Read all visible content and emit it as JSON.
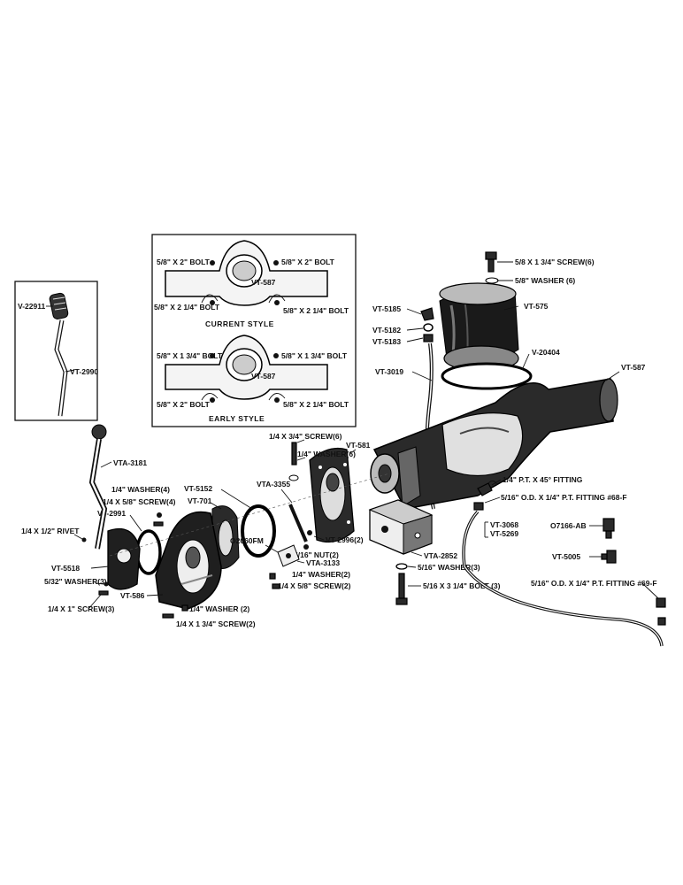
{
  "inset_current": {
    "bolt_tl": "5/8\" X 2\" BOLT",
    "bolt_tr": "5/8\" X 2\" BOLT",
    "part": "VT-587",
    "bolt_bl": "5/8\" X 2 1/4\" BOLT",
    "bolt_br": "5/8\" X 2 1/4\" BOLT",
    "caption": "CURRENT STYLE"
  },
  "inset_early": {
    "bolt_tl": "5/8\" X 1 3/4\" BOLT",
    "bolt_tr": "5/8\" X 1 3/4\" BOLT",
    "part": "VT-587",
    "bolt_bl": "5/8\" X 2\" BOLT",
    "bolt_br": "5/8\" X 2 1/4\" BOLT",
    "caption": "EARLY STYLE"
  },
  "inset_lever": {
    "grip": "V-22911",
    "lever": "VT-2990"
  },
  "labels": {
    "screw_top": "5/8 X 1 3/4\" SCREW(6)",
    "washer_top": "5/8\" WASHER (6)",
    "vt5185": "VT-5185",
    "vt5182": "VT-5182",
    "vt5183": "VT-5183",
    "vt575": "VT-575",
    "v20404": "V-20404",
    "vt3019": "VT-3019",
    "vt587": "VT-587",
    "vta3181": "VTA-3181",
    "screw_mid": "1/4 X 3/4\" SCREW(6)",
    "washer_mid": "1/4\" WASHER(6)",
    "vt581": "VT-581",
    "vta3355": "VTA-3355",
    "vt5152": "VT-5152",
    "vt701": "VT-701",
    "washer4": "1/4\" WASHER(4)",
    "screw4": "1/4 X 5/8\" SCREW(4)",
    "vt2991": "VT-2991",
    "rivet": "1/4 X 1/2\" RIVET",
    "o2060": "O2060FM",
    "vt2996": "VT-2996(2)",
    "nut2": "5/16\" NUT(2)",
    "vta3133": "VTA-3133",
    "washer2a": "1/4\" WASHER(2)",
    "screw2a": "1/4 X 5/8\" SCREW(2)",
    "vt5518": "VT-5518",
    "washer3a": "5/32\" WASHER(3)",
    "screw3a": "1/4 X 1\" SCREW(3)",
    "vt586": "VT-586",
    "washer2b": "1/4\" WASHER (2)",
    "screw2b": "1/4 X 1 3/4\" SCREW(2)",
    "vta2852": "VTA-2852",
    "washer3b": "5/16\" WASHER(3)",
    "bolt3": "5/16 X 3 1/4\" BOLT (3)",
    "fitting45": "1/4\" P.T. X 45° FITTING",
    "fitting68": "5/16\" O.D. X 1/4\" P.T. FITTING #68-F",
    "vt3068": "VT-3068",
    "vt5269": "VT-5269",
    "o7166": "O7166-AB",
    "vt5005": "VT-5005",
    "fitting69": "5/16\" O.D. X 1/4\" P.T. FITTING #69-F"
  }
}
